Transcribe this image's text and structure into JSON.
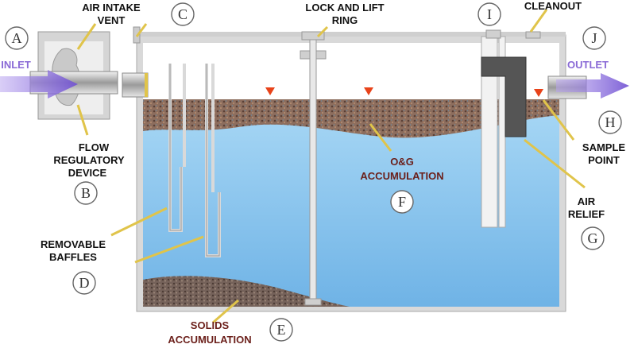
{
  "diagram": {
    "labels": {
      "air_intake_l1": "AIR INTAKE",
      "air_intake_l2": "VENT",
      "lock_lift_l1": "LOCK AND LIFT",
      "lock_lift_l2": "RING",
      "cleanout": "CLEANOUT",
      "inlet": "INLET",
      "outlet": "OUTLET",
      "flow_reg_l1": "FLOW",
      "flow_reg_l2": "REGULATORY",
      "flow_reg_l3": "DEVICE",
      "og_l1": "O&G",
      "og_l2": "ACCUMULATION",
      "sample_l1": "SAMPLE",
      "sample_l2": "POINT",
      "air_relief_l1": "AIR",
      "air_relief_l2": "RELIEF",
      "baffles_l1": "REMOVABLE",
      "baffles_l2": "BAFFLES",
      "solids_l1": "SOLIDS",
      "solids_l2": "ACCUMULATION"
    },
    "letters": {
      "a": "A",
      "b": "B",
      "c": "C",
      "d": "D",
      "e": "E",
      "f": "F",
      "g": "G",
      "h": "H",
      "i": "I",
      "j": "J"
    },
    "colors": {
      "water": "#8fc8ee",
      "oil_layer": "#8a6a5a",
      "sludge": "#6e5a52",
      "tank_wall": "#d6d6d6",
      "flow_arrow": "#8a6ad6",
      "level_marker": "#e8431a",
      "leader_line": "#e0c44a"
    }
  }
}
